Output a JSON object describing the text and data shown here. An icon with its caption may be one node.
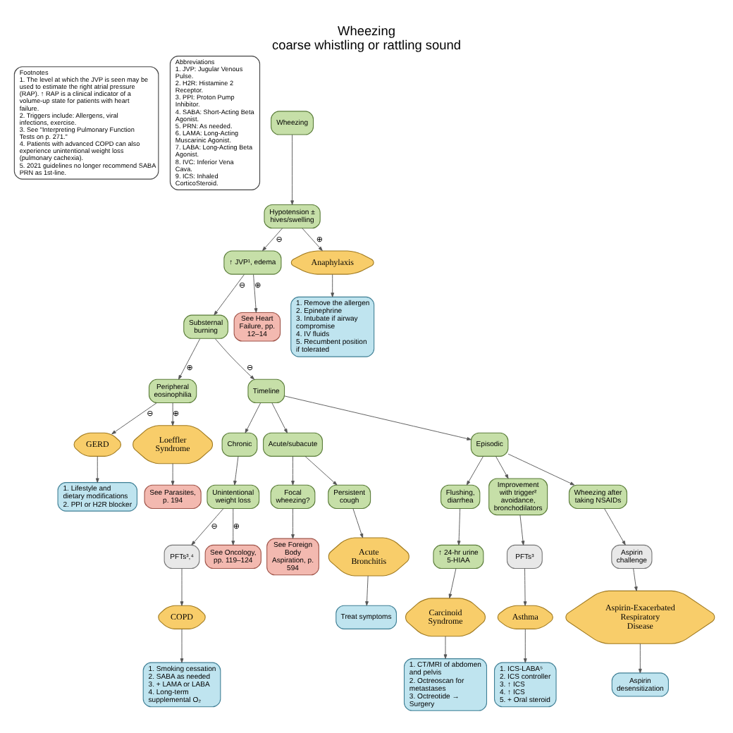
{
  "diagram": {
    "title": "Wheezing",
    "caption": "coarse whistling or rattling sound",
    "nodes": [
      {
        "text": [
          "Wheezing"
        ]
      },
      {
        "text": [
          "Hypotension ± hives/swelling"
        ]
      },
      {
        "text": [
          "↑ JVP¹, edema"
        ]
      },
      {
        "text": [
          "Anaphylaxis"
        ]
      },
      {
        "text": [
          "Substernal burning"
        ]
      },
      {
        "text": [
          "See Heart Failure, pp. 12–14"
        ]
      },
      {
        "text": [
          "1. Remove the allergen",
          "2. Epinephrine",
          "3. Intubate if airway compromise",
          "4. IV fluids",
          "5. Recumbent position if tolerated"
        ]
      },
      {
        "text": [
          "Peripheral eosinophilia"
        ]
      },
      {
        "text": [
          "GERD"
        ]
      },
      {
        "text": [
          "Loeffler Syndrome"
        ]
      },
      {
        "text": [
          "1. Lifestyle and dietary modifications",
          "2. PPI or H2R blocker"
        ]
      },
      {
        "text": [
          "See Parasites, p. 194"
        ]
      },
      {
        "text": [
          "Timeline"
        ]
      },
      {
        "text": [
          "Chronic"
        ]
      },
      {
        "text": [
          "Acute/subacute"
        ]
      },
      {
        "text": [
          "Episodic"
        ]
      },
      {
        "text": [
          "Unintentional weight loss"
        ]
      },
      {
        "text": [
          "Focal wheezing?"
        ]
      },
      {
        "text": [
          "Persistent cough"
        ]
      },
      {
        "text": [
          "Flushing, diarrhea"
        ]
      },
      {
        "text": [
          "Improvement with trigger² avoidance, bronchodilators"
        ]
      },
      {
        "text": [
          "Wheezing after taking NSAIDs"
        ]
      },
      {
        "text": [
          "PFTs³,⁴"
        ]
      },
      {
        "text": [
          "See Oncology, pp. 119–124"
        ]
      },
      {
        "text": [
          "See Foreign Body Aspiration, p. 594"
        ]
      },
      {
        "text": [
          "Acute Bronchitis"
        ]
      },
      {
        "text": [
          "↑ 24-hr urine 5-HIAA"
        ]
      },
      {
        "text": [
          "PFTs³"
        ]
      },
      {
        "text": [
          "Aspirin challenge"
        ]
      },
      {
        "text": [
          "COPD"
        ]
      },
      {
        "text": [
          "Treat symptoms"
        ]
      },
      {
        "text": [
          "Carcinoid Syndrome"
        ]
      },
      {
        "text": [
          "Asthma"
        ]
      },
      {
        "text": [
          "Aspirin-Exacerbated Respiratory Disease"
        ]
      },
      {
        "text": [
          "1. Smoking cessation",
          "2. SABA as needed",
          "3. + LAMA or LABA",
          "4. Long-term supplemental O₂"
        ]
      },
      {
        "text": [
          "1. CT/MRI of abdomen and pelvis",
          "2. Octreoscan for metastases",
          "3. Octreotide → Surgery"
        ]
      },
      {
        "text": [
          "1. ICS-LABA⁵",
          "2. ICS controller",
          "3. ↑ ICS",
          "4. ↑ ICS",
          "5. + Oral steroid"
        ]
      },
      {
        "text": [
          "Aspirin desensitization"
        ]
      },
      {
        "text": [
          "Footnotes",
          "1. The level at which the JVP is seen may be used to estimate the right atrial pressure (RAP). ↑ RAP is a clinical indicator of a volume-up state for patients with heart failure.",
          "2. Triggers include: Allergens, viral infections, exercise.",
          "3. See \"Interpreting Pulmonary Function Tests on p. 271.\"",
          "4. Patients with advanced COPD can also experience unintentional weight loss (pulmonary cachexia).",
          "5. 2021 guidelines no longer recommend SABA PRN as 1st-line."
        ]
      },
      {
        "text": [
          "Abbreviations",
          "1. JVP: Jugular Venous Pulse.",
          "2. H2R: Histamine 2 Receptor.",
          "3. PPI: Proton Pump Inhibitor.",
          "4. SABA: Short-Acting Beta Agonist.",
          "5. PRN: As needed.",
          "6. LAMA: Long-Acting Muscarinic Agonist.",
          "7. LABA: Long-Acting Beta Agonist.",
          "8. IVC: Inferior Vena Cava.",
          "9. ICS: Inhaled CorticoSteroid."
        ]
      }
    ],
    "edges": [
      {
        "from": 0,
        "to": 1,
        "arrow": "to"
      },
      {
        "from": 1,
        "to": 2,
        "arrow": "to",
        "label": "⊖"
      },
      {
        "from": 1,
        "to": 3,
        "arrow": "to",
        "label": "⊕"
      },
      {
        "from": 2,
        "to": 4,
        "arrow": "to",
        "label": "⊖"
      },
      {
        "from": 2,
        "to": 5,
        "arrow": "to",
        "label": "⊕"
      },
      {
        "from": 3,
        "to": 6,
        "arrow": "to"
      },
      {
        "from": 4,
        "to": 7,
        "arrow": "to",
        "label": "⊕"
      },
      {
        "from": 4,
        "to": 12,
        "arrow": "to",
        "label": "⊖"
      },
      {
        "from": 7,
        "to": 8,
        "arrow": "to",
        "label": "⊖"
      },
      {
        "from": 7,
        "to": 9,
        "arrow": "to",
        "label": "⊕"
      },
      {
        "from": 8,
        "to": 10,
        "arrow": "to"
      },
      {
        "from": 9,
        "to": 11,
        "arrow": "to"
      },
      {
        "from": 12,
        "to": 13,
        "arrow": "to"
      },
      {
        "from": 12,
        "to": 14,
        "arrow": "to"
      },
      {
        "from": 12,
        "to": 15,
        "arrow": "to"
      },
      {
        "from": 13,
        "to": 16,
        "arrow": "to"
      },
      {
        "from": 14,
        "to": 17,
        "arrow": "to"
      },
      {
        "from": 14,
        "to": 18,
        "arrow": "to"
      },
      {
        "from": 15,
        "to": 19,
        "arrow": "to"
      },
      {
        "from": 15,
        "to": 20,
        "arrow": "to"
      },
      {
        "from": 15,
        "to": 21,
        "arrow": "to"
      },
      {
        "from": 16,
        "to": 22,
        "arrow": "to",
        "label": "⊖"
      },
      {
        "from": 16,
        "to": 23,
        "arrow": "to",
        "label": "⊕"
      },
      {
        "from": 17,
        "to": 24,
        "arrow": "to"
      },
      {
        "from": 18,
        "to": 25,
        "arrow": "to"
      },
      {
        "from": 19,
        "to": 26,
        "arrow": "to"
      },
      {
        "from": 20,
        "to": 27,
        "arrow": "to"
      },
      {
        "from": 21,
        "to": 28,
        "arrow": "to"
      },
      {
        "from": 22,
        "to": 29,
        "arrow": "to"
      },
      {
        "from": 25,
        "to": 30,
        "arrow": "to"
      },
      {
        "from": 26,
        "to": 31,
        "arrow": "to"
      },
      {
        "from": 27,
        "to": 32,
        "arrow": "to"
      },
      {
        "from": 28,
        "to": 33,
        "arrow": "to"
      },
      {
        "from": 29,
        "to": 34,
        "arrow": "to"
      },
      {
        "from": 31,
        "to": 35,
        "arrow": "to"
      },
      {
        "from": 32,
        "to": 36,
        "arrow": "to"
      },
      {
        "from": 33,
        "to": 37,
        "arrow": "to"
      }
    ]
  }
}
